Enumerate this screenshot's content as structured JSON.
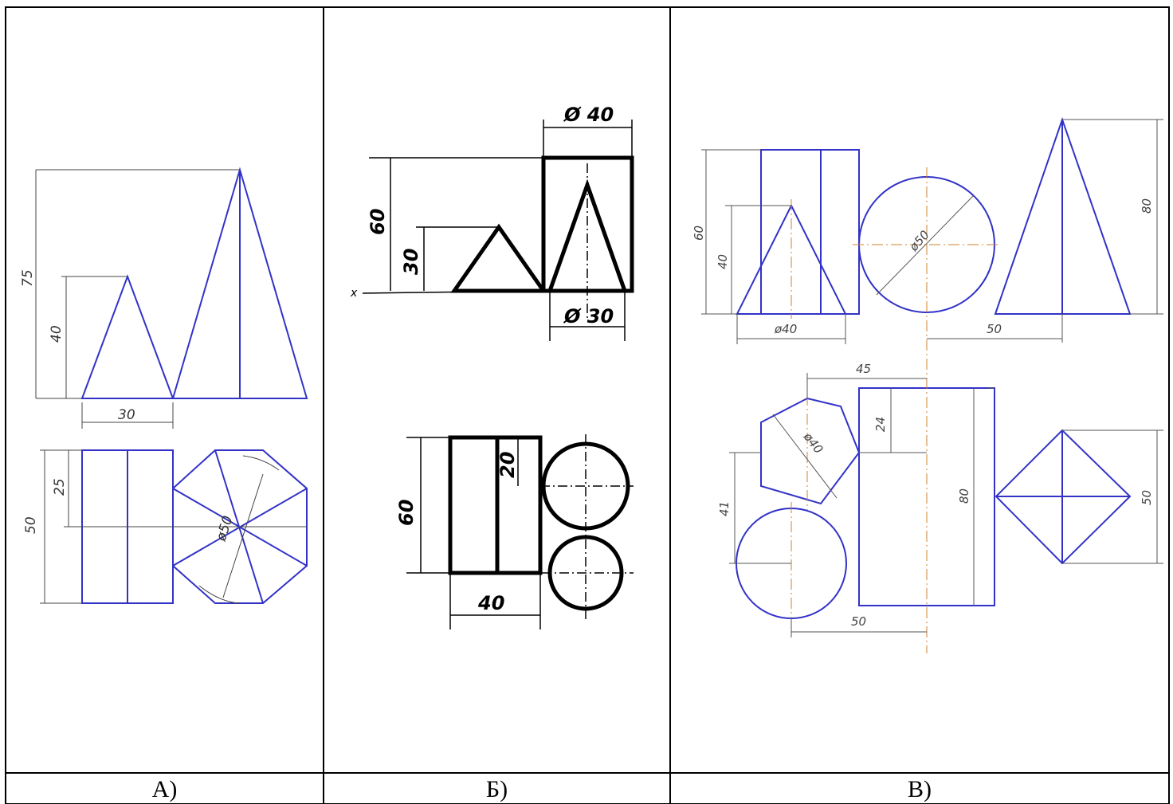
{
  "colors": {
    "blue": "#3232c8",
    "black": "#000000",
    "dim": "#555555",
    "axis": "#d08030"
  },
  "panels": [
    {
      "caption": "А)",
      "dims": {
        "h75": "75",
        "h40": "40",
        "w30": "30",
        "h50": "50",
        "h25": "25",
        "d50": "ø50"
      }
    },
    {
      "caption": "Б)",
      "dims": {
        "d40": "Ø 40",
        "h60": "60",
        "h30": "30",
        "d30": "Ø 30",
        "axis_x": "x",
        "h60b": "60",
        "h20": "20",
        "w40": "40"
      }
    },
    {
      "caption": "В)",
      "dims": {
        "h60": "60",
        "h40": "40",
        "d40": "ø40",
        "d50": "ø50",
        "h80": "80",
        "w50": "50",
        "w45": "45",
        "h24": "24",
        "d40b": "ø40",
        "h41": "41",
        "h80b": "80",
        "w50b": "50",
        "h50": "50"
      }
    }
  ]
}
